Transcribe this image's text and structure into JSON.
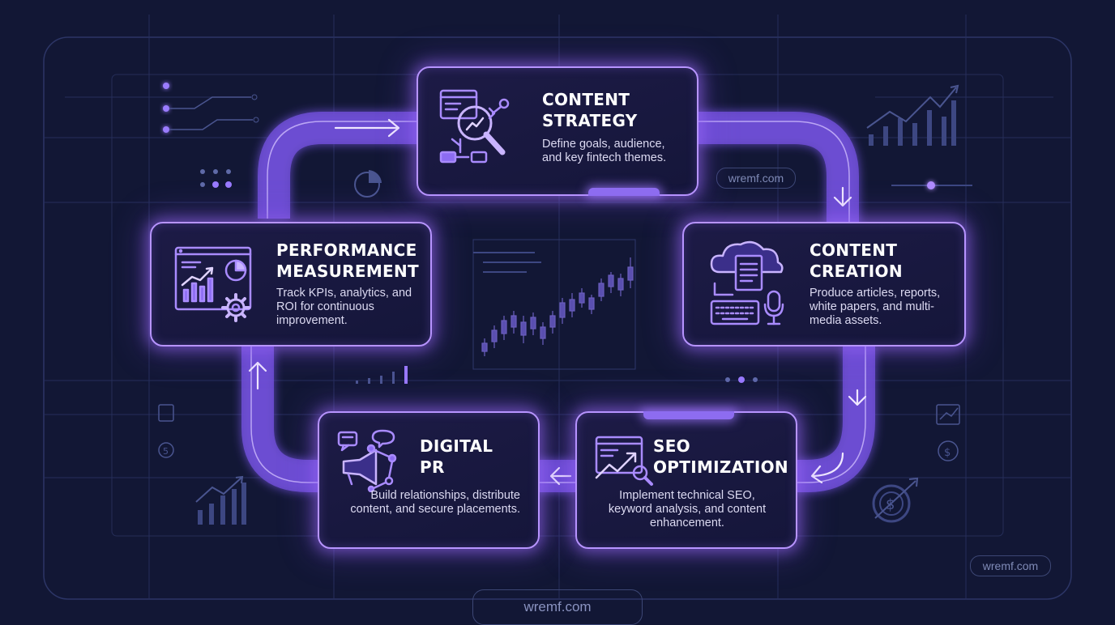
{
  "watermarks": {
    "top": "wremf.com",
    "right": "wremf.com",
    "bottom": "wremf.com"
  },
  "steps": [
    {
      "id": "content-strategy",
      "title": "CONTENT\nSTRATEGY",
      "description": "Define goals, audience, and key fintech themes.",
      "icon": "strategy-analysis-icon"
    },
    {
      "id": "content-creation",
      "title": "CONTENT\nCREATION",
      "description": "Produce articles, reports, white papers, and multi-media assets.",
      "icon": "cloud-document-keyboard-mic-icon"
    },
    {
      "id": "seo-optimization",
      "title": "SEO\nOPTIMIZATION",
      "description": "Implement technical SEO, keyword analysis, and content enhancement.",
      "icon": "seo-search-chart-icon"
    },
    {
      "id": "digital-pr",
      "title": "DIGITAL\nPR",
      "description": "Build relationships, distribute content, and secure placements.",
      "icon": "megaphone-network-icon"
    },
    {
      "id": "performance-measurement",
      "title": "PERFORMANCE\nMEASUREMENT",
      "description": "Track KPIs, analytics, and ROI for continuous improvement.",
      "icon": "analytics-dashboard-gear-icon"
    }
  ],
  "colors": {
    "background": "#121735",
    "accent": "#b794ff",
    "loop": "#7e57e6",
    "grid": "#2a3260"
  }
}
